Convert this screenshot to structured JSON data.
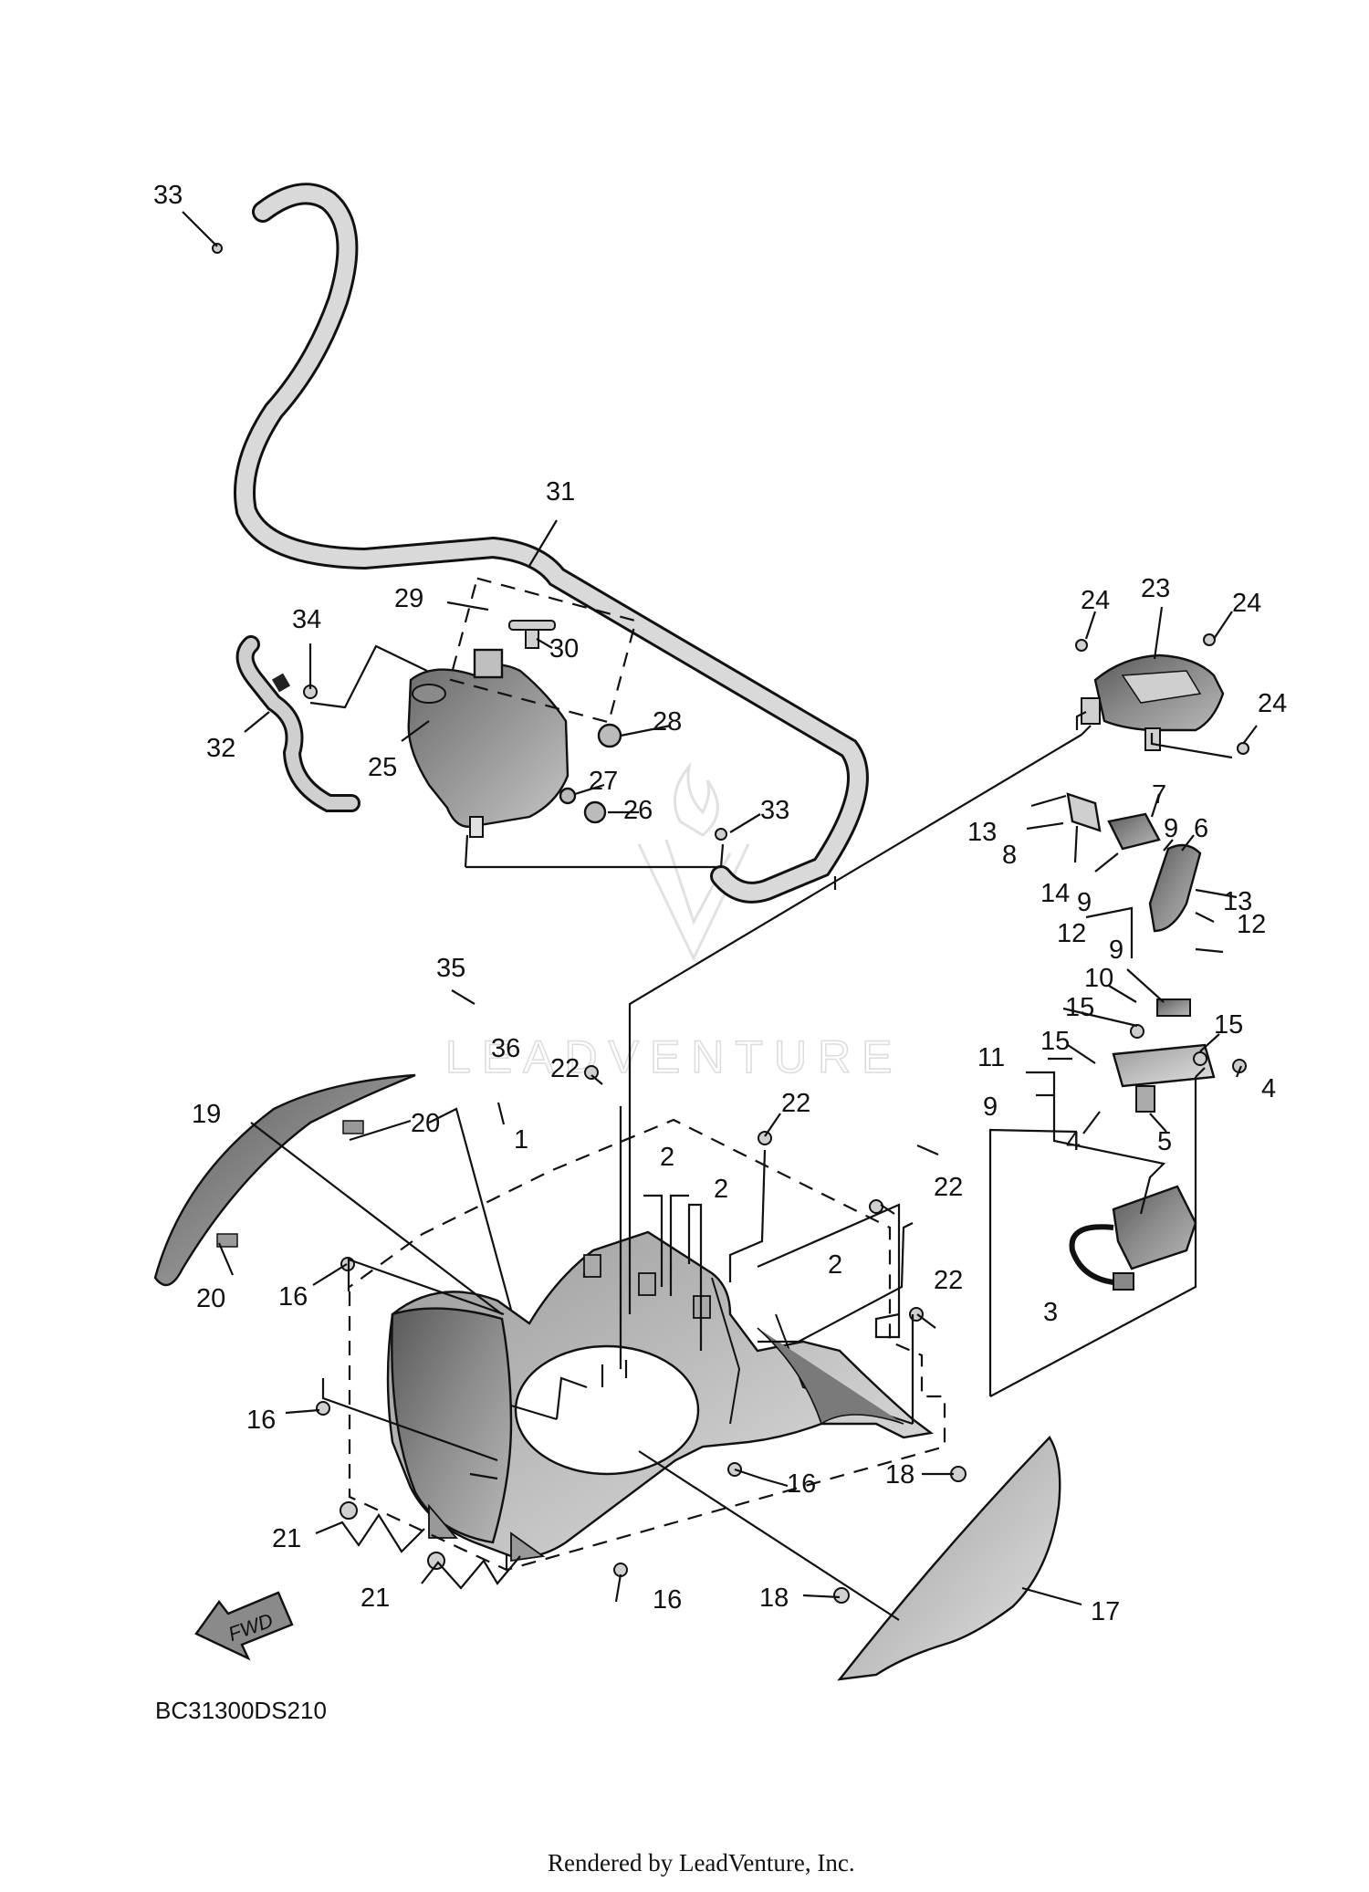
{
  "diagram": {
    "callouts": [
      {
        "id": "c33a",
        "label": "33"
      },
      {
        "id": "c31",
        "label": "31"
      },
      {
        "id": "c34",
        "label": "34"
      },
      {
        "id": "c29",
        "label": "29"
      },
      {
        "id": "c30",
        "label": "30"
      },
      {
        "id": "c28",
        "label": "28"
      },
      {
        "id": "c32",
        "label": "32"
      },
      {
        "id": "c25",
        "label": "25"
      },
      {
        "id": "c27",
        "label": "27"
      },
      {
        "id": "c26",
        "label": "26"
      },
      {
        "id": "c33b",
        "label": "33"
      },
      {
        "id": "c24a",
        "label": "24"
      },
      {
        "id": "c23",
        "label": "23"
      },
      {
        "id": "c24b",
        "label": "24"
      },
      {
        "id": "c24c",
        "label": "24"
      },
      {
        "id": "c7",
        "label": "7"
      },
      {
        "id": "c13a",
        "label": "13"
      },
      {
        "id": "c9a",
        "label": "9"
      },
      {
        "id": "c6",
        "label": "6"
      },
      {
        "id": "c8",
        "label": "8"
      },
      {
        "id": "c14",
        "label": "14"
      },
      {
        "id": "c9b",
        "label": "9"
      },
      {
        "id": "c13b",
        "label": "13"
      },
      {
        "id": "c12a",
        "label": "12"
      },
      {
        "id": "c12b",
        "label": "12"
      },
      {
        "id": "c9c",
        "label": "9"
      },
      {
        "id": "c10",
        "label": "10"
      },
      {
        "id": "c15a",
        "label": "15"
      },
      {
        "id": "c15b",
        "label": "15"
      },
      {
        "id": "c15c",
        "label": "15"
      },
      {
        "id": "c11",
        "label": "11"
      },
      {
        "id": "c4a",
        "label": "4"
      },
      {
        "id": "c9d",
        "label": "9"
      },
      {
        "id": "c4b",
        "label": "4"
      },
      {
        "id": "c5",
        "label": "5"
      },
      {
        "id": "c35",
        "label": "35"
      },
      {
        "id": "c36",
        "label": "36"
      },
      {
        "id": "c22a",
        "label": "22"
      },
      {
        "id": "c22b",
        "label": "22"
      },
      {
        "id": "c19",
        "label": "19"
      },
      {
        "id": "c20a",
        "label": "20"
      },
      {
        "id": "c1",
        "label": "1"
      },
      {
        "id": "c2a",
        "label": "2"
      },
      {
        "id": "c2b",
        "label": "2"
      },
      {
        "id": "c22c",
        "label": "22"
      },
      {
        "id": "c2c",
        "label": "2"
      },
      {
        "id": "c22d",
        "label": "22"
      },
      {
        "id": "c3",
        "label": "3"
      },
      {
        "id": "c20b",
        "label": "20"
      },
      {
        "id": "c16a",
        "label": "16"
      },
      {
        "id": "c16b",
        "label": "16"
      },
      {
        "id": "c16c",
        "label": "16"
      },
      {
        "id": "c18a",
        "label": "18"
      },
      {
        "id": "c21a",
        "label": "21"
      },
      {
        "id": "c21b",
        "label": "21"
      },
      {
        "id": "c16d",
        "label": "16"
      },
      {
        "id": "c18b",
        "label": "18"
      },
      {
        "id": "c17",
        "label": "17"
      }
    ],
    "fwd_label": "FWD",
    "diagram_code": "BC31300DS210",
    "watermark": "LEADVENTURE",
    "footer": "Rendered by LeadVenture, Inc."
  }
}
